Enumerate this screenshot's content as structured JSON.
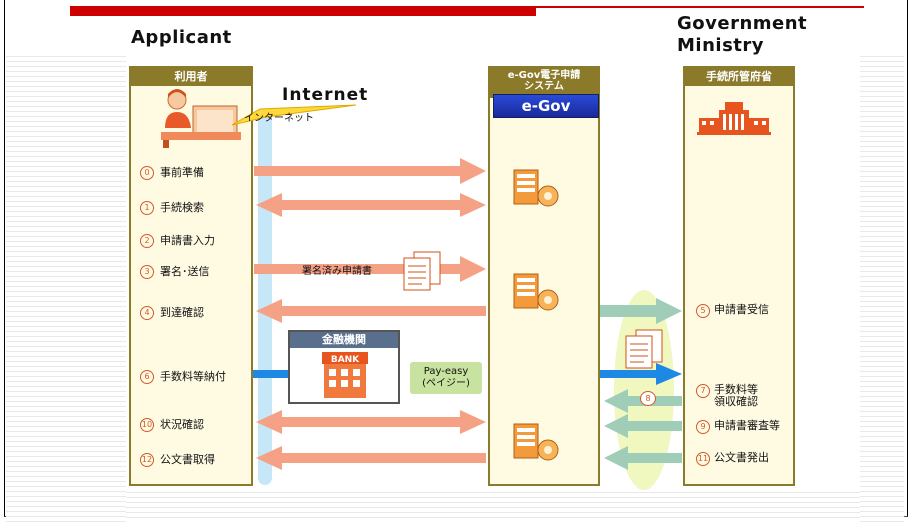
{
  "headings": {
    "applicant": "Applicant",
    "government_line1": "Government",
    "government_line2": "Ministry",
    "internet": "Internet"
  },
  "panels": {
    "user": "利用者",
    "egov_line1": "e-Gov電子申請",
    "egov_line2": "システム",
    "ministry": "手続所管府省"
  },
  "egov_logo": "e-Gov",
  "internet_callout": "インターネット",
  "bank": {
    "title": "金融機関",
    "sign": "BANK"
  },
  "payeasy": {
    "line1": "Pay-easy",
    "line2": "(ペイジー)"
  },
  "signed_document": "署名済み申請書",
  "left_steps": [
    {
      "num": "0",
      "label": "事前準備"
    },
    {
      "num": "1",
      "label": "手続検索"
    },
    {
      "num": "2",
      "label": "申請書入力"
    },
    {
      "num": "3",
      "label": "署名･送信"
    },
    {
      "num": "4",
      "label": "到達確認"
    },
    {
      "num": "6",
      "label": "手数料等納付"
    },
    {
      "num": "10",
      "label": "状況確認"
    },
    {
      "num": "12",
      "label": "公文書取得"
    }
  ],
  "right_steps": [
    {
      "num": "5",
      "line1": "申請書受信",
      "line2": ""
    },
    {
      "num": "7",
      "line1": "手数料等",
      "line2": "領収確認"
    },
    {
      "num": "9",
      "line1": "申請書審査等",
      "line2": ""
    },
    {
      "num": "11",
      "line1": "公文書発出",
      "line2": ""
    }
  ],
  "step8": "8",
  "colors": {
    "accent_red": "#cc0000",
    "panel_border": "#8a7a2a",
    "arrow_salmon": "#f4a185",
    "arrow_green": "#9fcdb7",
    "arrow_blue": "#1e88e5"
  }
}
